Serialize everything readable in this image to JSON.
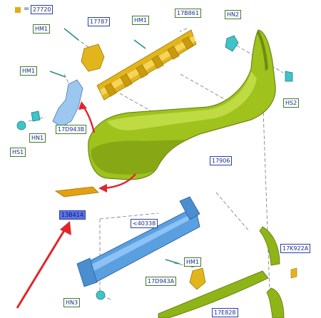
{
  "legend": {
    "swatch_color": "#e4ab14",
    "equals": "=",
    "code": "27720"
  },
  "labels": {
    "hm1_top": "HM1",
    "p17787": "17787",
    "hm1_mid": "HM1",
    "p17b861": "17B861",
    "hn2": "HN2",
    "hm1_left": "HM1",
    "hs2": "HS2",
    "hn1": "HN1",
    "p17d943b": "17D943B",
    "hs1": "HS1",
    "p17906": "17906",
    "p13b414": "13B414",
    "p40338": "<40338",
    "p17k922a": "17K922A",
    "hm1_low": "HM1",
    "p17d943a": "17D943A",
    "hn3": "HN3",
    "p17e828": "17E828"
  },
  "colors": {
    "bumper": "#9fc21c",
    "bumper_dark": "#6f8c10",
    "absorber": "#e3b51c",
    "reinforcement": "#5a9fe0",
    "bracket": "#9cc8f0",
    "fastener": "#3ec4c8",
    "arrow": "#e0262c",
    "label_border_blue": "#2a3ea8",
    "label_border_green": "#3c7d2a",
    "highlight": "#5c73e6"
  }
}
